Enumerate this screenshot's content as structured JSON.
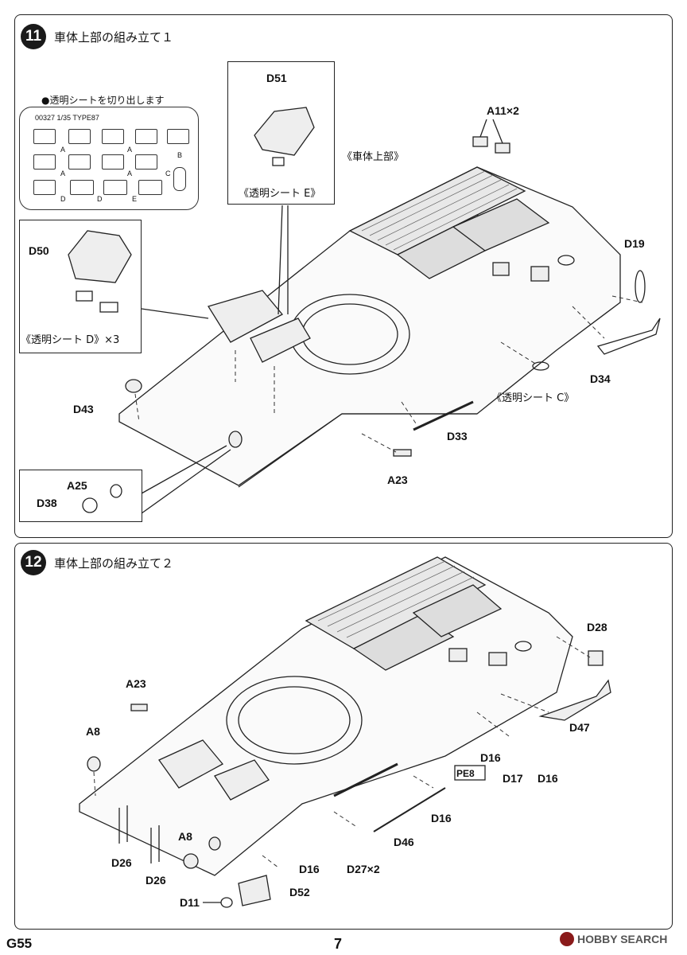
{
  "step11": {
    "number": "11",
    "title": "車体上部の組み立て１",
    "cut_note": "●透明シートを切り出します",
    "sheet_code": "00327 1/35 TYPE87",
    "sheet_letters": [
      "A",
      "A",
      "A",
      "A",
      "B",
      "C",
      "D",
      "D",
      "E"
    ],
    "labels": {
      "d51": "D51",
      "sheet_e": "《透明シート E》",
      "a11": "A11×2",
      "hull_upper": "《車体上部》",
      "d50": "D50",
      "sheet_d": "《透明シート D》×3",
      "d19": "D19",
      "d34": "D34",
      "sheet_c": "《透明シート C》",
      "d43": "D43",
      "d33": "D33",
      "a23": "A23",
      "a25": "A25",
      "d38": "D38"
    }
  },
  "step12": {
    "number": "12",
    "title": "車体上部の組み立て２",
    "labels": {
      "d28": "D28",
      "a23": "A23",
      "a8_top": "A8",
      "d16_a": "D16",
      "pe8": "PE8",
      "d17": "D17",
      "d16_b": "D16",
      "d47": "D47",
      "d16_c": "D16",
      "d46": "D46",
      "a8_bottom": "A8",
      "d26_a": "D26",
      "d26_b": "D26",
      "d16_d": "D16",
      "d27": "D27×2",
      "d52": "D52",
      "d11": "D11"
    }
  },
  "footer": {
    "code": "G55",
    "page": "7",
    "watermark": "HOBBY SEARCH"
  }
}
